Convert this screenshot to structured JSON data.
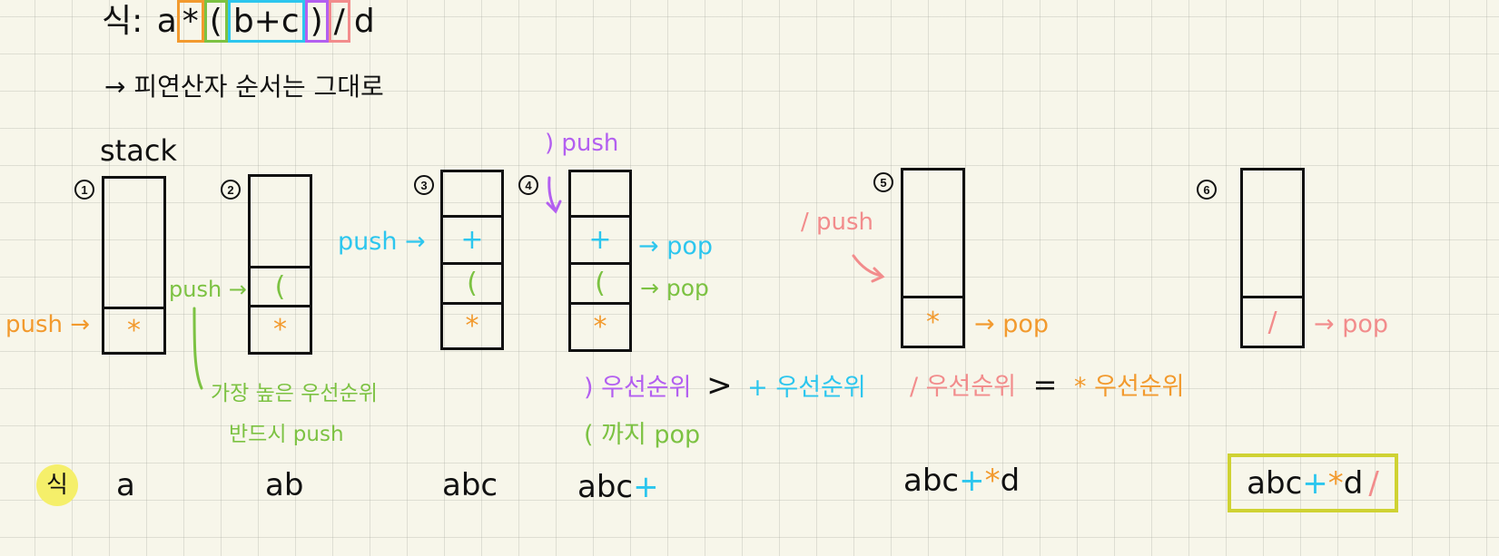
{
  "title": {
    "prefix": "식:",
    "tokens": [
      {
        "text": "a",
        "box": null
      },
      {
        "text": "*",
        "box": "#f29a2e"
      },
      {
        "text": "(",
        "box": "#7cc242"
      },
      {
        "text": "b+c",
        "box": "#2cc6ee"
      },
      {
        "text": ")",
        "box": "#b35ff0"
      },
      {
        "text": "/",
        "box": "#f28c8c"
      },
      {
        "text": "d",
        "box": null
      }
    ]
  },
  "note": "→ 피연산자 순서는 그대로",
  "stack_label": "stack",
  "colors": {
    "ink": "#111111",
    "orange": "#f29a2e",
    "green": "#7cc242",
    "cyan": "#2cc6ee",
    "purple": "#b35ff0",
    "pink": "#f28c8c",
    "highlight": "#f5ef6a",
    "final_box": "#cfd233"
  },
  "steps": [
    {
      "num": "1",
      "cells": [
        {
          "text": "*",
          "color": "#f29a2e"
        }
      ],
      "label": "push →",
      "result": "a"
    },
    {
      "num": "2",
      "cells": [
        {
          "text": "(",
          "color": "#7cc242"
        },
        {
          "text": "*",
          "color": "#f29a2e"
        }
      ],
      "label": "push →",
      "result": "ab"
    },
    {
      "num": "3",
      "cells": [
        {
          "text": "+",
          "color": "#2cc6ee"
        },
        {
          "text": "(",
          "color": "#7cc242"
        },
        {
          "text": "*",
          "color": "#f29a2e"
        }
      ],
      "label": "push →",
      "result": "abc"
    },
    {
      "num": "4",
      "cells": [
        {
          "text": "+",
          "color": "#2cc6ee"
        },
        {
          "text": "(",
          "color": "#7cc242"
        },
        {
          "text": "*",
          "color": "#f29a2e"
        }
      ],
      "label": ") push",
      "result": "abc+"
    },
    {
      "num": "5",
      "cells": [
        {
          "text": "*",
          "color": "#f29a2e"
        }
      ],
      "label": "/ push",
      "result": "abc+*d"
    },
    {
      "num": "6",
      "cells": [
        {
          "text": "/",
          "color": "#f28c8c"
        }
      ],
      "label": "",
      "result": "abc+*d/"
    }
  ],
  "annotations": {
    "step2_note_line1": "가장 높은 우선순위",
    "step2_note_line2": "반드시 push",
    "pop": "→ pop",
    "step4_compare": {
      "left": ") 우선순위",
      "op": ">",
      "right": "+ 우선순위"
    },
    "step4_until": "( 까지 pop",
    "step5_compare": {
      "left": "/ 우선순위",
      "op": "=",
      "right": "* 우선순위"
    }
  },
  "result_label": "식",
  "results": {
    "r1": "a",
    "r2": "ab",
    "r3": "abc",
    "r4_prefix": "abc",
    "r4_plus": "+",
    "r5_prefix": "abc",
    "r5_plus": "+",
    "r5_star": "*",
    "r5_d": "d",
    "r6_prefix": "abc",
    "r6_plus": "+",
    "r6_star": "*",
    "r6_d": "d",
    "r6_slash": "/"
  }
}
